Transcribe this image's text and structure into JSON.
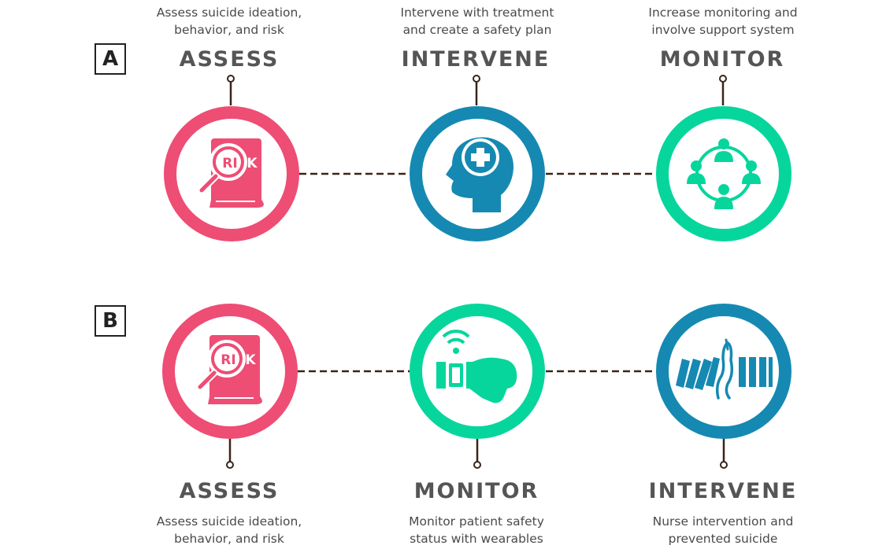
{
  "colors": {
    "pink": "#ee4d74",
    "blue": "#1589b2",
    "green": "#07d69c",
    "connector": "#3a2418",
    "text": "#4a4a4a",
    "title": "#555555"
  },
  "panel_a": {
    "label": "A",
    "steps": [
      {
        "title": "ASSESS",
        "desc_line1": "Assess suicide ideation,",
        "desc_line2": "behavior, and risk",
        "icon": "risk-document-icon",
        "color": "pink"
      },
      {
        "title": "INTERVENE",
        "desc_line1": "Intervene with treatment",
        "desc_line2": "and create a safety plan",
        "icon": "head-medical-cross-icon",
        "color": "blue"
      },
      {
        "title": "MONITOR",
        "desc_line1": "Increase monitoring and",
        "desc_line2": "involve support system",
        "icon": "support-network-icon",
        "color": "green"
      }
    ]
  },
  "panel_b": {
    "label": "B",
    "steps": [
      {
        "title": "ASSESS",
        "desc_line1": "Assess suicide ideation,",
        "desc_line2": "behavior, and risk",
        "icon": "risk-document-icon",
        "color": "pink"
      },
      {
        "title": "MONITOR",
        "desc_line1": "Monitor patient safety",
        "desc_line2": "status with wearables",
        "icon": "wearable-wristband-icon",
        "color": "green"
      },
      {
        "title": "INTERVENE",
        "desc_line1": "Nurse intervention and",
        "desc_line2": "prevented suicide",
        "icon": "hand-stopping-dominoes-icon",
        "color": "blue"
      }
    ]
  },
  "icon_text": {
    "risk_word": "RISK"
  }
}
